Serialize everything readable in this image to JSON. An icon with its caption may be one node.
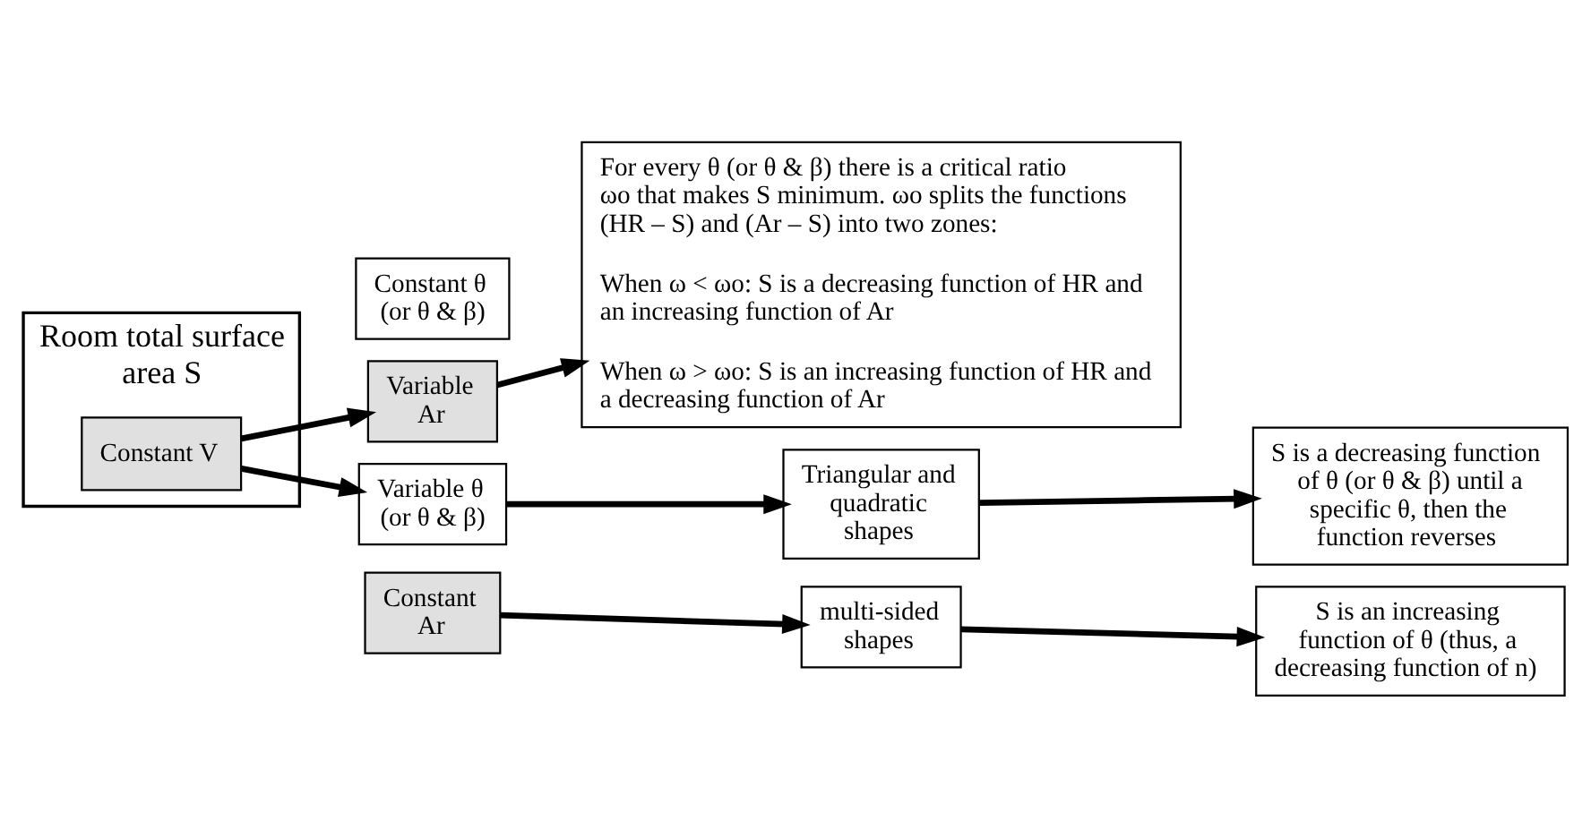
{
  "diagram": {
    "nodes": [
      {
        "text": [
          "Room total surface area S"
        ]
      },
      {
        "text": [
          "Constant V"
        ],
        "in": 0
      },
      {
        "text": [
          "Constant θ (or θ & β)"
        ]
      },
      {
        "text": [
          "Variable Ar"
        ]
      },
      {
        "text": [
          "For every θ (or θ & β) there is a critical ratio ωo that makes S minimum. ωo splits the functions (HR – S) and (Ar – S) into two zones:",
          "When ω < ωo: S is a decreasing function of HR and an increasing function of Ar",
          "When ω > ωo: S is an increasing function of HR and a decreasing function of Ar"
        ]
      },
      {
        "text": [
          "Variable θ (or θ & β)"
        ]
      },
      {
        "text": [
          "Constant Ar"
        ]
      },
      {
        "text": [
          "Triangular and quadratic shapes"
        ]
      },
      {
        "text": [
          "S is a decreasing function of θ (or θ & β) until a specific θ, then the function reverses"
        ]
      },
      {
        "text": [
          "multi-sided shapes"
        ]
      },
      {
        "text": [
          "S is an increasing function of θ (thus, a decreasing function of n)"
        ]
      }
    ],
    "edges": [
      {
        "from": 1,
        "to": 3,
        "arrow": "to"
      },
      {
        "from": 3,
        "to": 4,
        "arrow": "to"
      },
      {
        "from": 1,
        "to": 5,
        "arrow": "to"
      },
      {
        "from": 5,
        "to": 7,
        "arrow": "to"
      },
      {
        "from": 7,
        "to": 8,
        "arrow": "to"
      },
      {
        "from": 6,
        "to": 9,
        "arrow": "to"
      },
      {
        "from": 9,
        "to": 10,
        "arrow": "to"
      }
    ]
  }
}
